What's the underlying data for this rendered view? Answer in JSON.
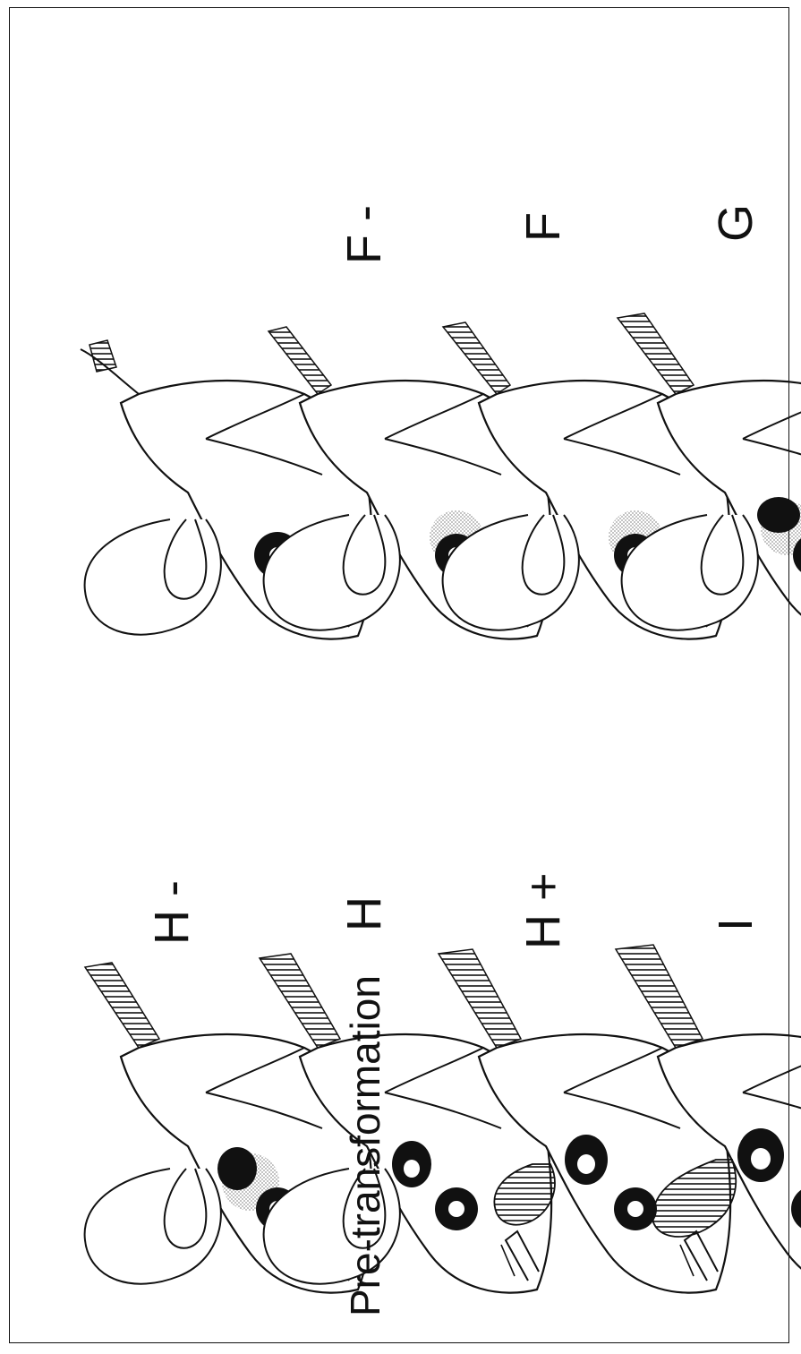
{
  "figure": {
    "stages": [
      {
        "id": "pre",
        "label": "Pre-transformation"
      },
      {
        "id": "f-minus",
        "label": "F -"
      },
      {
        "id": "f",
        "label": "F"
      },
      {
        "id": "g",
        "label": "G"
      },
      {
        "id": "h-minus",
        "label": "H -"
      },
      {
        "id": "h",
        "label": "H"
      },
      {
        "id": "h-plus",
        "label": "H +"
      },
      {
        "id": "i",
        "label": "I"
      }
    ]
  },
  "colors": {
    "ink": "#111111",
    "stipple": "#bfbfbf",
    "paper": "#ffffff"
  }
}
